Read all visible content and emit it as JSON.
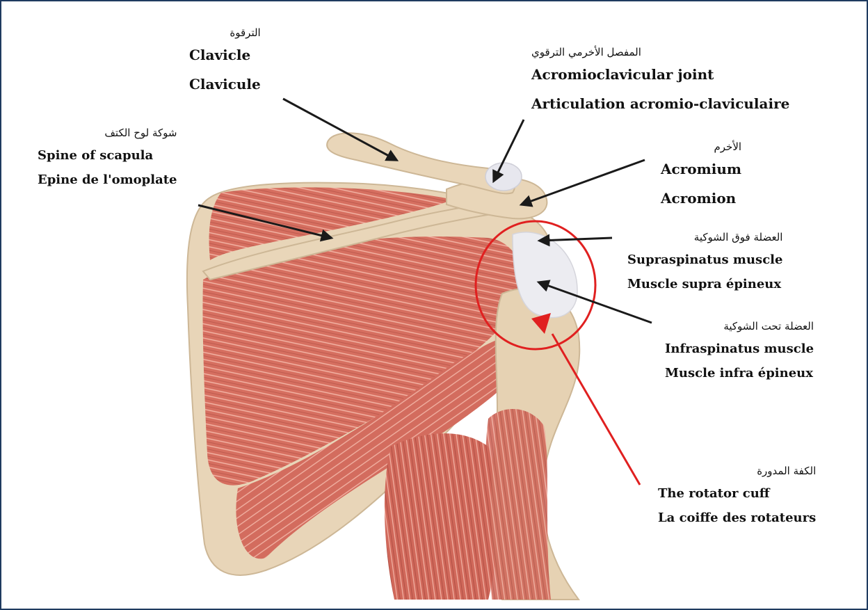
{
  "colors": {
    "frame": "#1f3a5f",
    "muscle": "#d9786a",
    "bone": "#e6d2b3",
    "tendon": "#e9e9ee",
    "arrow": "#1a1a1a",
    "highlight": "#e02020"
  },
  "labels": {
    "clavicle": {
      "ar": "الترقوة",
      "en": "Clavicle",
      "fr": "Clavicule"
    },
    "ac_joint": {
      "ar": "المفصل الأخرمي الترقوي",
      "en": "Acromioclavicular joint",
      "fr": "Articulation acromio-claviculaire"
    },
    "spine": {
      "ar": "شوكة لوح الكتف",
      "en": "Spine of scapula",
      "fr": "Epine de l'omoplate"
    },
    "acromium": {
      "ar": "الأخرم",
      "en": "Acromium",
      "fr": "Acromion"
    },
    "supraspinatus": {
      "ar": "العضلة فوق الشوكية",
      "en": "Supraspinatus muscle",
      "fr": "Muscle supra épineux"
    },
    "infraspinatus": {
      "ar": "العضلة تحت الشوكية",
      "en": "Infraspinatus muscle",
      "fr": "Muscle infra épineux"
    },
    "rotator_cuff": {
      "ar": "الكفة المدورة",
      "en": "The rotator cuff",
      "fr": "La coiffe des rotateurs"
    }
  }
}
